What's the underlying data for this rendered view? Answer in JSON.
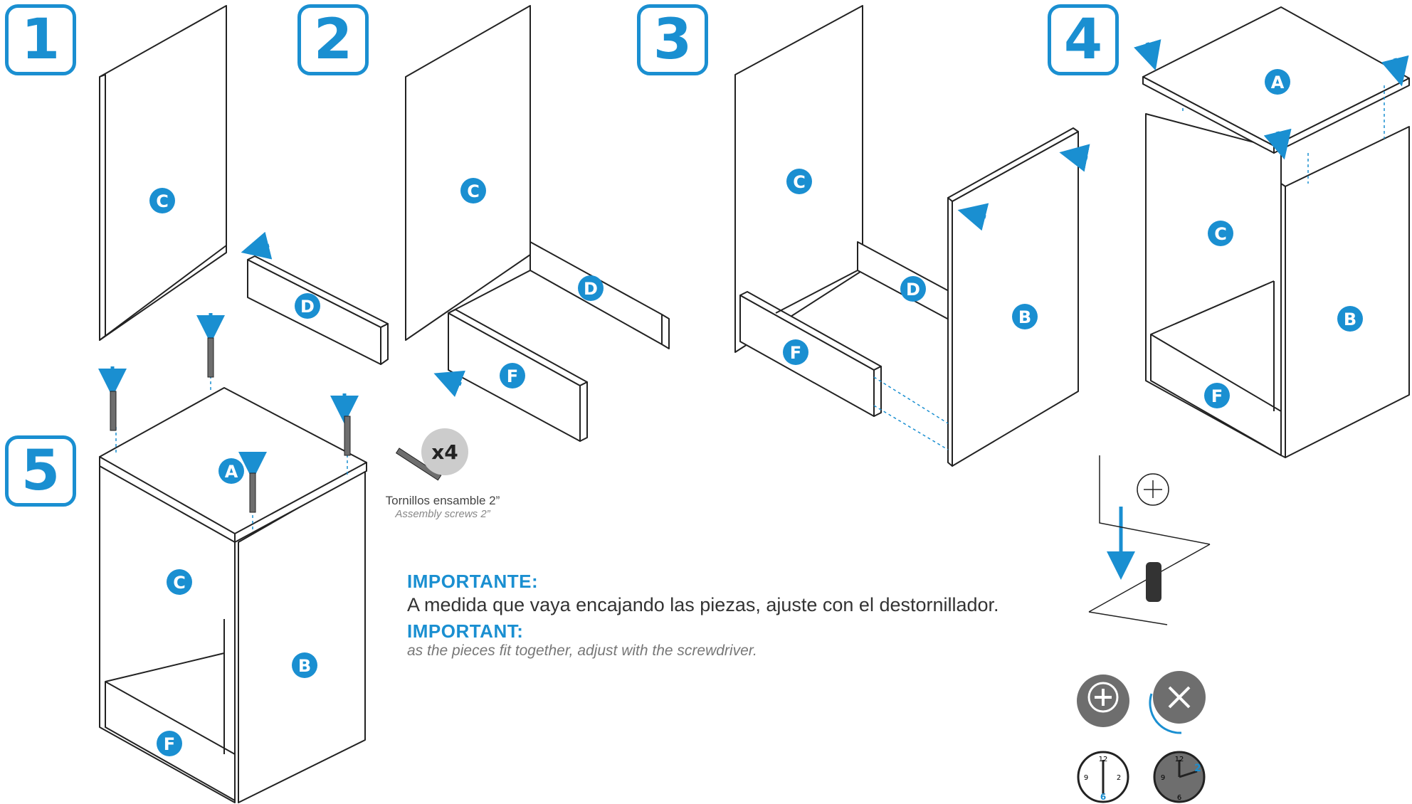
{
  "steps": [
    "1",
    "2",
    "3",
    "4",
    "5"
  ],
  "parts": {
    "a": "A",
    "b": "B",
    "c": "C",
    "d": "D",
    "f": "F"
  },
  "screws": {
    "count": "x4",
    "label_es": "Tornillos ensamble 2”",
    "label_en": "Assembly screws 2”"
  },
  "note": {
    "heading_es": "IMPORTANTE:",
    "text_es": "A medida que vaya encajando las piezas, ajuste con el destornillador.",
    "heading_en": "IMPORTANT:",
    "text_en": "as the pieces fit together, adjust with the screwdriver."
  },
  "clock": {
    "n12": "12",
    "n3": "2",
    "n6": "6",
    "n9": "9"
  },
  "colors": {
    "accent": "#1a8fd1",
    "line": "#222222",
    "gray": "#6e6e6e"
  }
}
